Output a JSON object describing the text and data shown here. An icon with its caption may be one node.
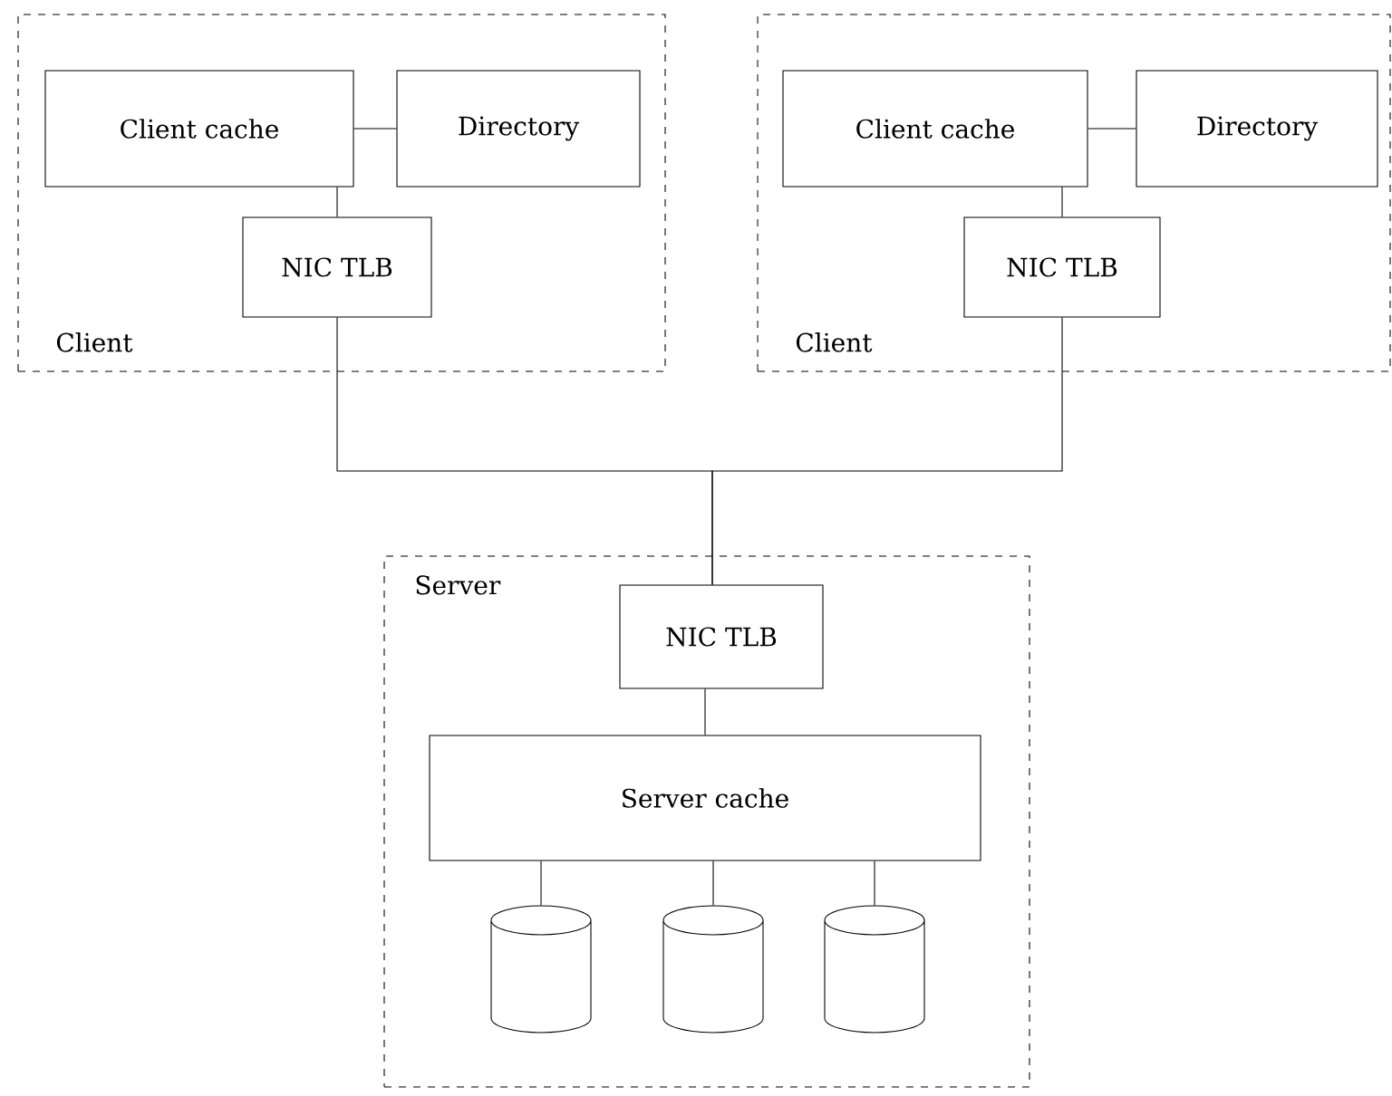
{
  "diagram": {
    "nodes": [
      {
        "text": [
          "Client"
        ]
      },
      {
        "text": [
          "Client cache"
        ],
        "in": 0
      },
      {
        "text": [
          "Directory"
        ],
        "in": 0
      },
      {
        "text": [
          "NIC TLB"
        ],
        "in": 0
      },
      {
        "text": [
          "Client"
        ]
      },
      {
        "text": [
          "Client cache"
        ],
        "in": 4
      },
      {
        "text": [
          "Directory"
        ],
        "in": 4
      },
      {
        "text": [
          "NIC TLB"
        ],
        "in": 4
      },
      {
        "text": [
          "Server"
        ]
      },
      {
        "text": [
          "NIC TLB"
        ],
        "in": 8
      },
      {
        "text": [
          "Server cache"
        ],
        "in": 8
      },
      {
        "text": [],
        "shape": "cylinder",
        "in": 8
      },
      {
        "text": [],
        "shape": "cylinder",
        "in": 8
      },
      {
        "text": [],
        "shape": "cylinder",
        "in": 8
      }
    ],
    "edges": [
      {
        "from": 1,
        "to": 2,
        "arrow": "none"
      },
      {
        "from": 1,
        "to": 3,
        "arrow": "none"
      },
      {
        "from": 5,
        "to": 6,
        "arrow": "none"
      },
      {
        "from": 5,
        "to": 7,
        "arrow": "none"
      },
      {
        "from": 3,
        "to": 9,
        "arrow": "none"
      },
      {
        "from": 7,
        "to": 9,
        "arrow": "none"
      },
      {
        "from": 9,
        "to": 10,
        "arrow": "none"
      },
      {
        "from": 10,
        "to": 11,
        "arrow": "none"
      },
      {
        "from": 10,
        "to": 12,
        "arrow": "none"
      },
      {
        "from": 10,
        "to": 13,
        "arrow": "none"
      }
    ]
  }
}
